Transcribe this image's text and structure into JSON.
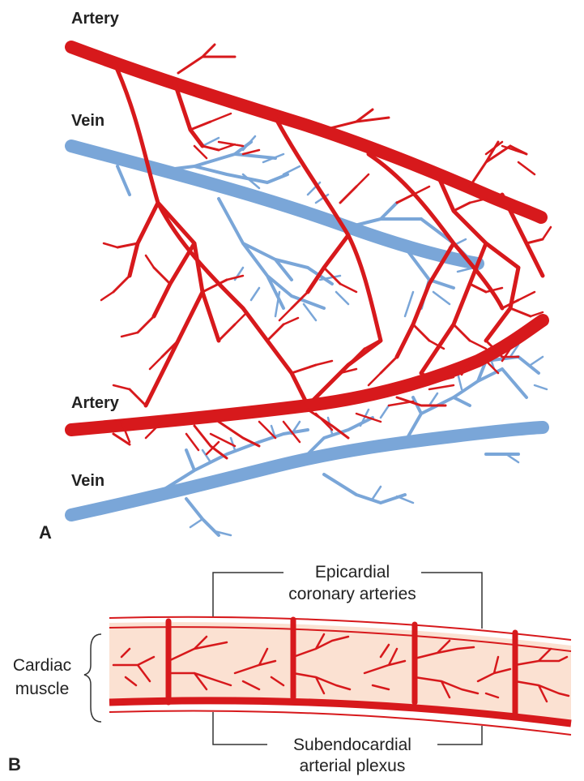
{
  "panel_a": {
    "letter": "A",
    "labels": {
      "artery_top": "Artery",
      "vein_top": "Vein",
      "artery_bottom": "Artery",
      "vein_bottom": "Vein"
    }
  },
  "panel_b": {
    "letter": "B",
    "labels": {
      "epicardial_line1": "Epicardial",
      "epicardial_line2": "coronary arteries",
      "cardiac_line1": "Cardiac",
      "cardiac_line2": "muscle",
      "subendo_line1": "Subendocardial",
      "subendo_line2": "arterial plexus"
    }
  },
  "colors": {
    "artery": "#d7191c",
    "vein": "#7aa6d8",
    "muscle": "#fbe1d2",
    "bracket": "#333333"
  }
}
